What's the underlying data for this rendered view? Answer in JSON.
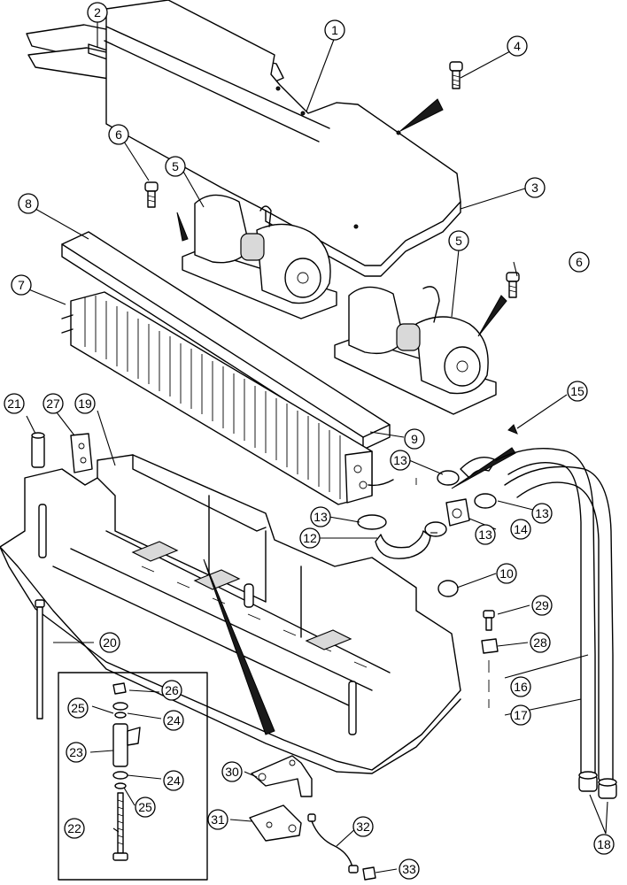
{
  "callouts": [
    {
      "id": "c1",
      "label": "1"
    },
    {
      "id": "c2",
      "label": "2"
    },
    {
      "id": "c3",
      "label": "3"
    },
    {
      "id": "c4",
      "label": "4"
    },
    {
      "id": "c5a",
      "label": "5"
    },
    {
      "id": "c5b",
      "label": "5"
    },
    {
      "id": "c6a",
      "label": "6"
    },
    {
      "id": "c6b",
      "label": "6"
    },
    {
      "id": "c7",
      "label": "7"
    },
    {
      "id": "c8",
      "label": "8"
    },
    {
      "id": "c9",
      "label": "9"
    },
    {
      "id": "c10",
      "label": "10"
    },
    {
      "id": "c12",
      "label": "12"
    },
    {
      "id": "c13a",
      "label": "13"
    },
    {
      "id": "c13b",
      "label": "13"
    },
    {
      "id": "c13c",
      "label": "13"
    },
    {
      "id": "c13d",
      "label": "13"
    },
    {
      "id": "c14",
      "label": "14"
    },
    {
      "id": "c15",
      "label": "15"
    },
    {
      "id": "c16",
      "label": "16"
    },
    {
      "id": "c17",
      "label": "17"
    },
    {
      "id": "c18",
      "label": "18"
    },
    {
      "id": "c19",
      "label": "19"
    },
    {
      "id": "c20",
      "label": "20"
    },
    {
      "id": "c21",
      "label": "21"
    },
    {
      "id": "c22",
      "label": "22"
    },
    {
      "id": "c23",
      "label": "23"
    },
    {
      "id": "c24a",
      "label": "24"
    },
    {
      "id": "c24b",
      "label": "24"
    },
    {
      "id": "c25a",
      "label": "25"
    },
    {
      "id": "c25b",
      "label": "25"
    },
    {
      "id": "c26",
      "label": "26"
    },
    {
      "id": "c27",
      "label": "27"
    },
    {
      "id": "c28",
      "label": "28"
    },
    {
      "id": "c29",
      "label": "29"
    },
    {
      "id": "c30",
      "label": "30"
    },
    {
      "id": "c31",
      "label": "31"
    },
    {
      "id": "c32",
      "label": "32"
    },
    {
      "id": "c33",
      "label": "33"
    }
  ]
}
